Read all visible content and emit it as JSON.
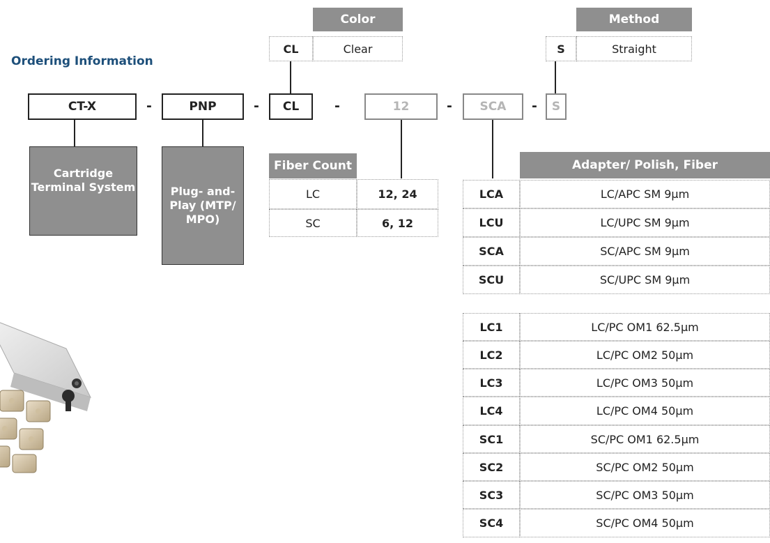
{
  "title": "Ordering Information",
  "part_number": {
    "segments": [
      {
        "label": "CT-X",
        "style": "dark"
      },
      {
        "label": "PNP",
        "style": "dark"
      },
      {
        "label": "CL",
        "style": "dark"
      },
      {
        "label": "12",
        "style": "grey"
      },
      {
        "label": "SCA",
        "style": "grey"
      },
      {
        "label": "S",
        "style": "grey"
      }
    ],
    "separator": "-"
  },
  "color_table": {
    "header": "Color",
    "code": "CL",
    "value": "Clear"
  },
  "method_table": {
    "header": "Method",
    "code": "S",
    "value": "Straight"
  },
  "system_box": "Cartridge Terminal System",
  "connector_box": "Plug- and-Play (MTP/ MPO)",
  "fiber_count_table": {
    "header": "Fiber Count",
    "rows": [
      {
        "type": "LC",
        "counts": "12, 24"
      },
      {
        "type": "SC",
        "counts": "6, 12"
      }
    ]
  },
  "adapter_table": {
    "header": "Adapter/ Polish, Fiber",
    "group1": [
      {
        "code": "LCA",
        "desc": "LC/APC SM 9µm"
      },
      {
        "code": "LCU",
        "desc": "LC/UPC SM 9µm"
      },
      {
        "code": "SCA",
        "desc": "SC/APC SM 9µm"
      },
      {
        "code": "SCU",
        "desc": "SC/UPC SM 9µm"
      }
    ],
    "group2": [
      {
        "code": "LC1",
        "desc": "LC/PC OM1 62.5µm"
      },
      {
        "code": "LC2",
        "desc": "LC/PC OM2 50µm"
      },
      {
        "code": "LC3",
        "desc": "LC/PC OM3 50µm"
      },
      {
        "code": "LC4",
        "desc": "LC/PC OM4 50µm"
      },
      {
        "code": "SC1",
        "desc": "SC/PC OM1 62.5µm"
      },
      {
        "code": "SC2",
        "desc": "SC/PC OM2 50µm"
      },
      {
        "code": "SC3",
        "desc": "SC/PC OM3 50µm"
      },
      {
        "code": "SC4",
        "desc": "SC/PC OM4 50µm"
      }
    ]
  }
}
